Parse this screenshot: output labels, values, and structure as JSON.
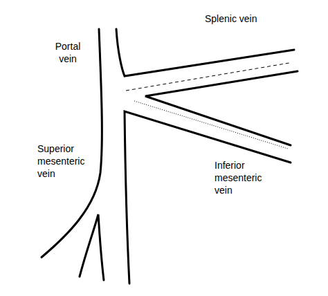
{
  "diagram": {
    "labels": [
      "Portal vein",
      "Splenic vein",
      "Superior mesenteric vein",
      "Inferior mesenteric vein"
    ]
  }
}
